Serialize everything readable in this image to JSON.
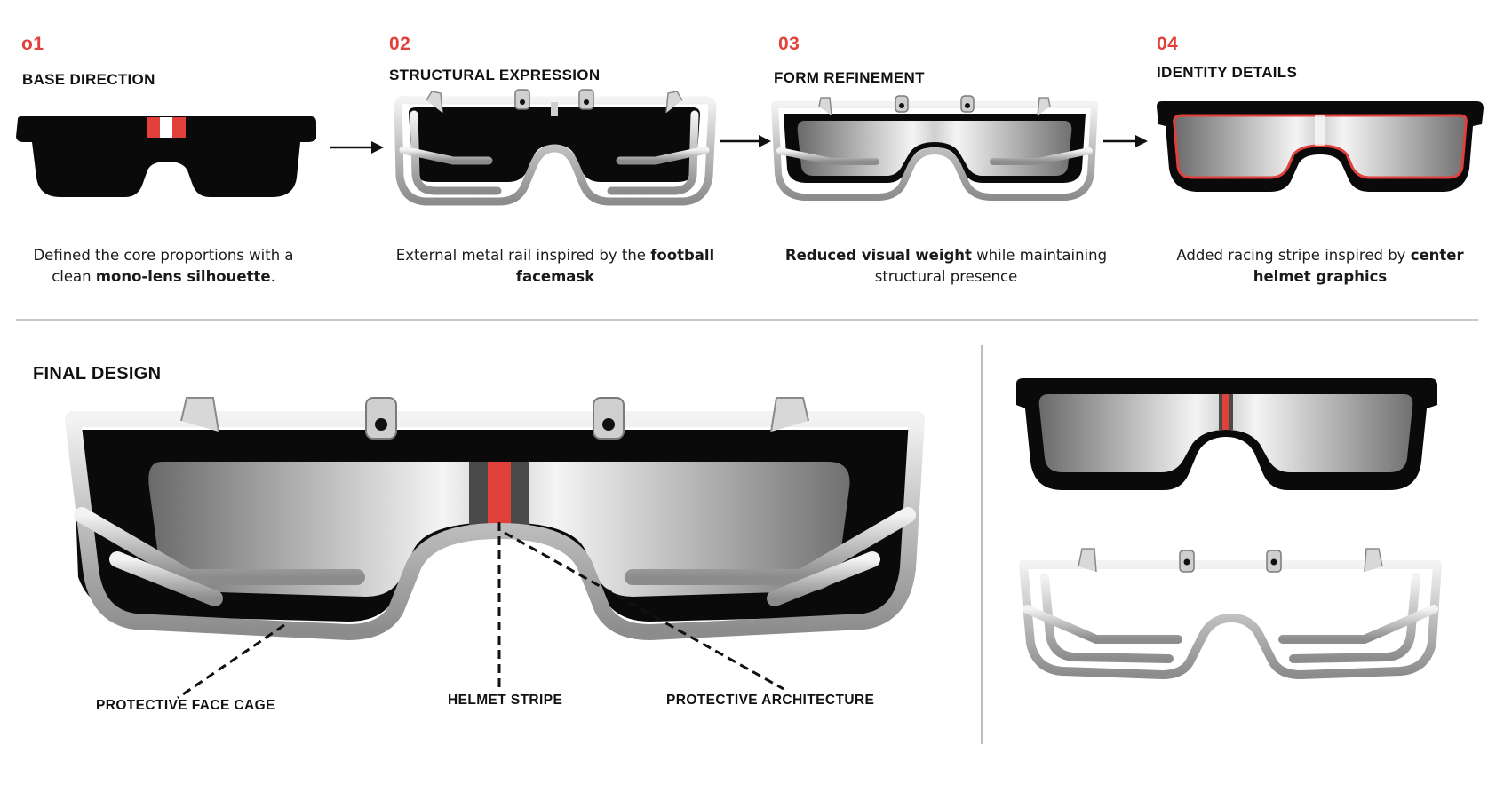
{
  "steps": [
    {
      "num": "o1",
      "title": "BASE DIRECTION",
      "caption_parts": [
        {
          "t": "Defined the core proportions with a clean ",
          "b": false
        },
        {
          "t": "mono-lens silhouette",
          "b": true
        },
        {
          "t": ".",
          "b": false
        }
      ]
    },
    {
      "num": "02",
      "title": "STRUCTURAL EXPRESSION",
      "caption_parts": [
        {
          "t": "External metal rail inspired by the ",
          "b": false
        },
        {
          "t": "football facemask",
          "b": true
        }
      ]
    },
    {
      "num": "03",
      "title": "FORM REFINEMENT",
      "caption_parts": [
        {
          "t": "Reduced visual weight",
          "b": true
        },
        {
          "t": " while maintaining structural presence",
          "b": false
        }
      ]
    },
    {
      "num": "04",
      "title": "IDENTITY DETAILS",
      "caption_parts": [
        {
          "t": "Added racing stripe inspired by ",
          "b": false
        },
        {
          "t": "center helmet graphics",
          "b": true
        }
      ]
    }
  ],
  "final": {
    "title": "FINAL DESIGN",
    "callouts": {
      "face_cage": "PROTECTIVE FACE CAGE",
      "helmet_stripe": "HELMET STRIPE",
      "architecture": "PROTECTIVE ARCHITECTURE"
    }
  },
  "colors": {
    "accent": "#e2403a",
    "frame": "#0a0a0a",
    "metal": "#c9c9c9",
    "lens_light": "#f2f2f2",
    "lens_dark": "#6f6f6f"
  }
}
